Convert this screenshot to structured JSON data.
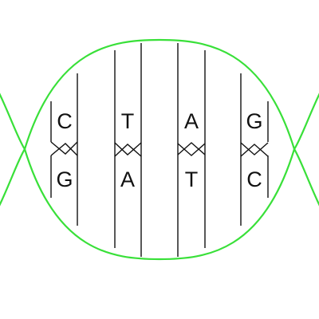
{
  "colors": {
    "backbone": "#39e039",
    "rung": "#111111",
    "background": "#ffffff"
  },
  "base_pairs": [
    {
      "top": "C",
      "bottom": "G"
    },
    {
      "top": "T",
      "bottom": "A"
    },
    {
      "top": "A",
      "bottom": "T"
    },
    {
      "top": "G",
      "bottom": "C"
    }
  ]
}
